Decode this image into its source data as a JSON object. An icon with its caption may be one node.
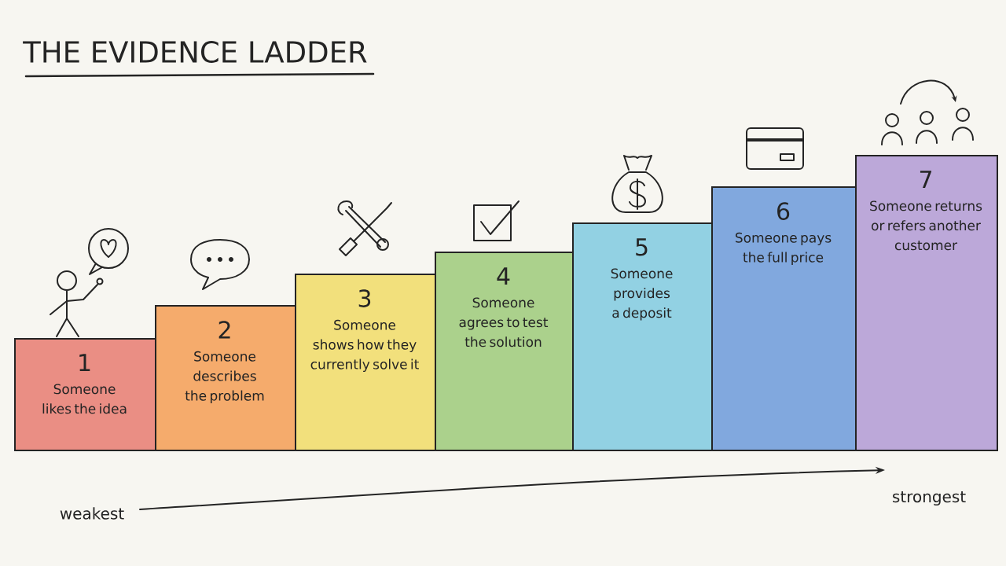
{
  "diagram": {
    "title": "THE EVIDENCE LADDER",
    "nodes": [
      {
        "text": [
          "1",
          "Someone likes the idea"
        ]
      },
      {
        "text": [
          "2",
          "Someone describes the problem"
        ]
      },
      {
        "text": [
          "3",
          "Someone shows how they currently solve it"
        ]
      },
      {
        "text": [
          "4",
          "Someone agrees to test the solution"
        ]
      },
      {
        "text": [
          "5",
          "Someone provides a deposit"
        ]
      },
      {
        "text": [
          "6",
          "Someone pays the full price"
        ]
      },
      {
        "text": [
          "7",
          "Someone returns or refers another customer"
        ]
      }
    ],
    "labels": [
      "weakest",
      "strongest"
    ]
  }
}
